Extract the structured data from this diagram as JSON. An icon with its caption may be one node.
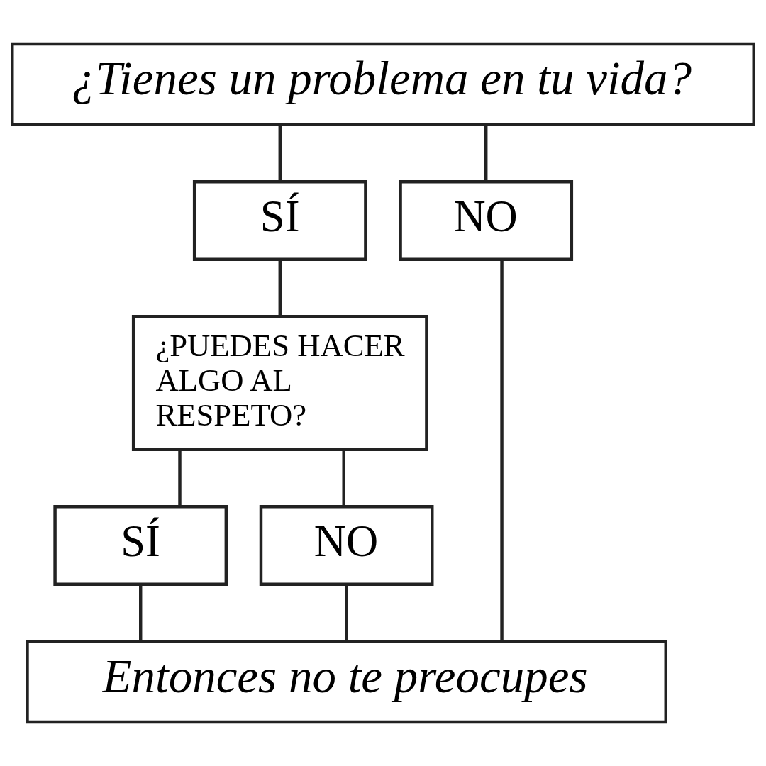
{
  "diagram": {
    "nodes": [
      {
        "text": [
          "¿Tienes un problema en tu vida?"
        ]
      },
      {
        "text": [
          "SÍ"
        ]
      },
      {
        "text": [
          "NO"
        ]
      },
      {
        "text": [
          "¿PUEDES HACER ALGO AL RESPETO?"
        ]
      },
      {
        "text": [
          "SÍ"
        ]
      },
      {
        "text": [
          "NO"
        ]
      },
      {
        "text": [
          "Entonces no te preocupes"
        ]
      }
    ],
    "edges": [
      {
        "from": 0,
        "to": 1,
        "arrow": "none"
      },
      {
        "from": 0,
        "to": 2,
        "arrow": "none"
      },
      {
        "from": 1,
        "to": 3,
        "arrow": "none"
      },
      {
        "from": 3,
        "to": 4,
        "arrow": "none"
      },
      {
        "from": 3,
        "to": 5,
        "arrow": "none"
      },
      {
        "from": 4,
        "to": 6,
        "arrow": "none"
      },
      {
        "from": 5,
        "to": 6,
        "arrow": "none"
      },
      {
        "from": 2,
        "to": 6,
        "arrow": "none"
      }
    ]
  }
}
